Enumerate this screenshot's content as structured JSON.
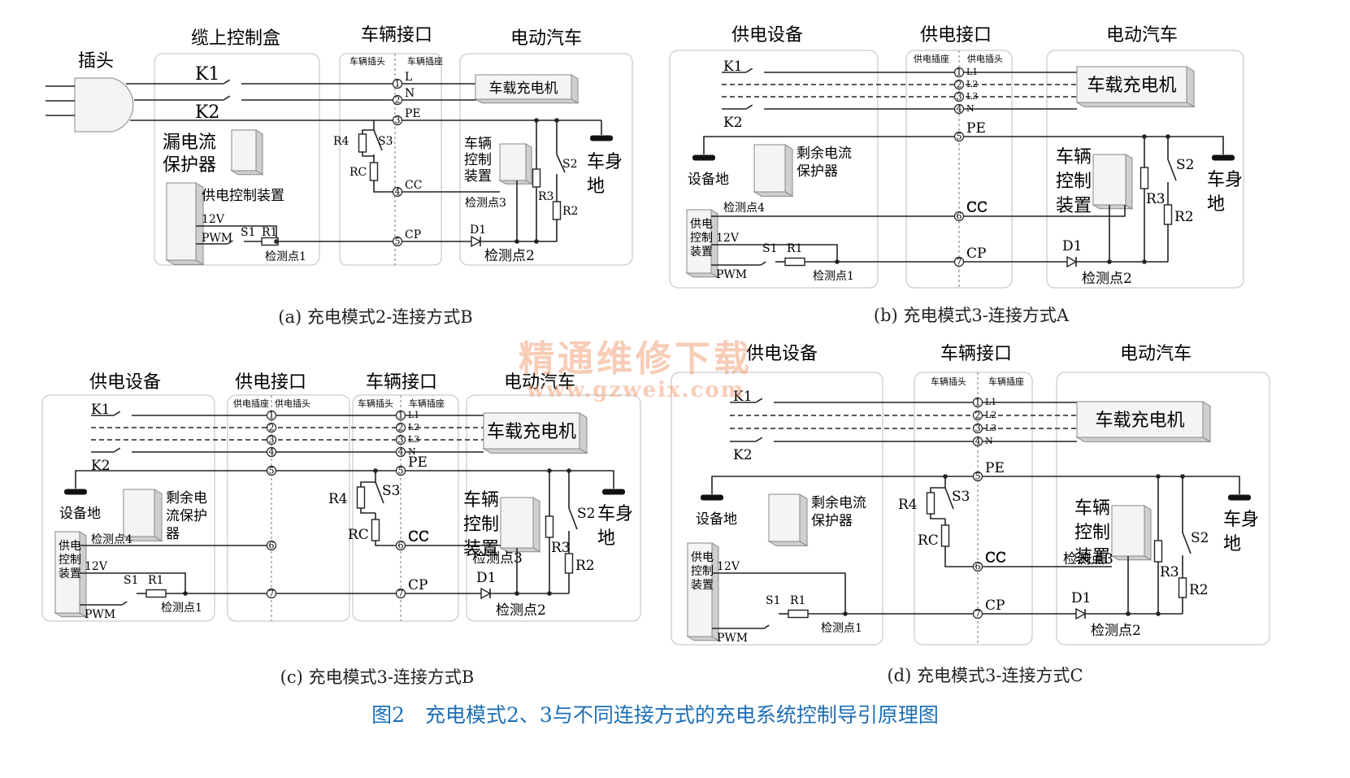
{
  "figure_title": "图2　充电模式2、3与不同连接方式的充电系统控制导引原理图",
  "watermark": {
    "line1": "精通维修下载",
    "line2": "www.gzweix.com"
  },
  "panels": {
    "a": {
      "caption": "(a) 充电模式2-连接方式B",
      "headers": {
        "plug": "插头",
        "box": "缆上控制盒",
        "interface": "车辆接口",
        "vehicle": "电动汽车"
      },
      "sub": {
        "left": "车辆插头",
        "right": "车辆插座"
      },
      "pins": [
        "1",
        "2",
        "3",
        "4",
        "5"
      ],
      "pin_labels": [
        "L",
        "N",
        "PE",
        "CC",
        "CP"
      ],
      "labels": {
        "k1": "K1",
        "k2": "K2",
        "leak": "漏电流保护器",
        "supply_ctrl": "供电控制装置",
        "v12": "12V",
        "pwm": "PWM",
        "s1": "S1",
        "r1": "R1",
        "dp1": "检测点1",
        "r4": "R4",
        "s3": "S3",
        "rc": "RC",
        "charger": "车载充电机",
        "vctrl": "车辆控制装置",
        "dp3": "检测点3",
        "d1": "D1",
        "dp2": "检测点2",
        "s2": "S2",
        "r3": "R3",
        "r2": "R2",
        "body_ground": "车身地"
      }
    },
    "b": {
      "caption": "(b) 充电模式3-连接方式A",
      "headers": {
        "supply": "供电设备",
        "interface": "供电接口",
        "vehicle": "电动汽车"
      },
      "sub": {
        "left": "供电插座",
        "right": "供电插头"
      },
      "pins": [
        "1",
        "2",
        "3",
        "4",
        "5",
        "6",
        "7"
      ],
      "pin_labels": [
        "L1",
        "L2",
        "L3",
        "N",
        "PE",
        "CC",
        "CP"
      ],
      "labels": {
        "k1": "K1",
        "k2": "K2",
        "equip_ground": "设备地",
        "rcd": "剩余电流保护器",
        "dp4": "检测点4",
        "supply_ctrl": "供电控制装置",
        "v12": "12V",
        "pwm": "PWM",
        "s1": "S1",
        "r1": "R1",
        "dp1": "检测点1",
        "charger": "车载充电机",
        "vctrl": "车辆控制装置",
        "d1": "D1",
        "dp2": "检测点2",
        "s2": "S2",
        "r3": "R3",
        "r2": "R2",
        "body_ground": "车身地"
      }
    },
    "c": {
      "caption": "(c) 充电模式3-连接方式B",
      "headers": {
        "supply": "供电设备",
        "interface1": "供电接口",
        "interface2": "车辆接口",
        "vehicle": "电动汽车"
      },
      "sub": {
        "left1": "供电插座",
        "right1": "供电插头",
        "left2": "车辆插头",
        "right2": "车辆插座"
      },
      "pins": [
        "1",
        "2",
        "3",
        "4",
        "5",
        "6",
        "7"
      ],
      "pin_labels": [
        "L1",
        "L2",
        "L3",
        "N",
        "PE",
        "CC",
        "CP"
      ],
      "labels": {
        "k1": "K1",
        "k2": "K2",
        "equip_ground": "设备地",
        "rcd": "剩余电流保护器",
        "dp4": "检测点4",
        "supply_ctrl": "供电控制装置",
        "v12": "12V",
        "pwm": "PWM",
        "s1": "S1",
        "r1": "R1",
        "dp1": "检测点1",
        "r4": "R4",
        "s3": "S3",
        "rc": "RC",
        "charger": "车载充电机",
        "vctrl": "车辆控制装置",
        "dp3": "检测点3",
        "d1": "D1",
        "dp2": "检测点2",
        "s2": "S2",
        "r3": "R3",
        "r2": "R2",
        "body_ground": "车身地"
      }
    },
    "d": {
      "caption": "(d) 充电模式3-连接方式C",
      "headers": {
        "supply": "供电设备",
        "interface": "车辆接口",
        "vehicle": "电动汽车"
      },
      "sub": {
        "left": "车辆插头",
        "right": "车辆插座"
      },
      "pins": [
        "1",
        "2",
        "3",
        "4",
        "5",
        "6",
        "7"
      ],
      "pin_labels": [
        "L1",
        "L2",
        "L3",
        "N",
        "PE",
        "CC",
        "CP"
      ],
      "labels": {
        "k1": "K1",
        "k2": "K2",
        "equip_ground": "设备地",
        "rcd": "剩余电流保护器",
        "supply_ctrl": "供电控制装置",
        "v12": "12V",
        "pwm": "PWM",
        "s1": "S1",
        "r1": "R1",
        "dp1": "检测点1",
        "r4": "R4",
        "s3": "S3",
        "rc": "RC",
        "charger": "车载充电机",
        "vctrl": "车辆控制装置",
        "dp3": "检测点3",
        "d1": "D1",
        "dp2": "检测点2",
        "s2": "S2",
        "r3": "R3",
        "r2": "R2",
        "body_ground": "车身地"
      }
    }
  }
}
